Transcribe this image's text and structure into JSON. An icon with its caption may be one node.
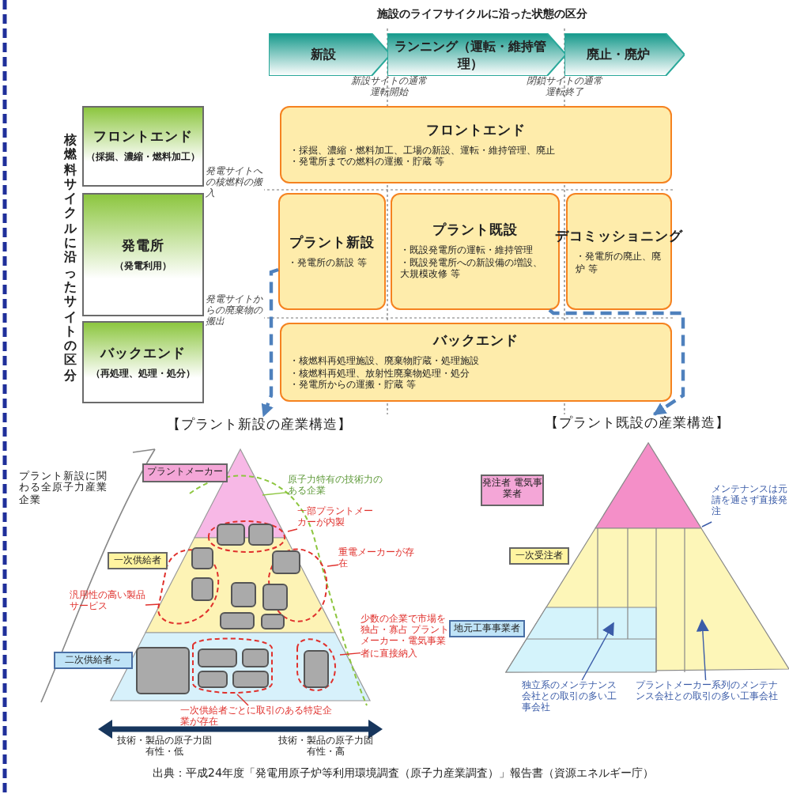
{
  "diagram": {
    "nodes": [
      {
        "text": [
          "新設"
        ]
      },
      {
        "text": [
          "ランニング（運転・維持管理）"
        ]
      },
      {
        "text": [
          "廃止・廃炉"
        ]
      },
      {
        "text": [
          "フロントエンド",
          "（採掘、濃縮・燃料加工）"
        ]
      },
      {
        "text": [
          "発電所",
          "（発電利用）"
        ]
      },
      {
        "text": [
          "バックエンド",
          "（再処理、処理・処分）"
        ]
      },
      {
        "text": [
          "フロントエンド",
          "・採掘、濃縮・燃料加工、工場の新設、運転・維持管理、廃止",
          "・発電所までの燃料の運搬・貯蔵 等"
        ]
      },
      {
        "text": [
          "プラント新設",
          "・発電所の新設 等"
        ]
      },
      {
        "text": [
          "プラント既設",
          "・既設発電所の運転・維持管理",
          "・既設発電所への新設備の増設、大規模改修 等"
        ]
      },
      {
        "text": [
          "デコミッショニング",
          "・発電所の廃止、廃炉 等"
        ]
      },
      {
        "text": [
          "バックエンド",
          "・核燃料再処理施設、廃棄物貯蔵・処理施設",
          "・核燃料再処理、放射性廃棄物処理・処分",
          "・発電所からの運搬・貯蔵 等"
        ]
      },
      {
        "text": [
          "【プラント新設の産業構造】"
        ]
      },
      {
        "text": [
          "【プラント既設の産業構造】"
        ]
      },
      {
        "text": [
          "プラントメーカー"
        ]
      },
      {
        "text": [
          "一次供給者"
        ]
      },
      {
        "text": [
          "二次供給者～"
        ]
      },
      {
        "text": [],
        "shape": "box"
      },
      {
        "text": [],
        "shape": "box"
      },
      {
        "text": [],
        "shape": "box"
      },
      {
        "text": [],
        "shape": "box"
      },
      {
        "text": [],
        "shape": "box"
      },
      {
        "text": [],
        "shape": "box"
      },
      {
        "text": [],
        "shape": "box"
      },
      {
        "text": [],
        "shape": "box"
      },
      {
        "text": [],
        "shape": "box"
      },
      {
        "text": [],
        "shape": "box"
      },
      {
        "text": [],
        "shape": "box"
      },
      {
        "text": [],
        "shape": "box"
      },
      {
        "text": [],
        "shape": "box"
      },
      {
        "text": [],
        "shape": "box"
      },
      {
        "text": [],
        "shape": "box"
      },
      {
        "text": [
          "原子力特有の技術力のある企業"
        ]
      },
      {
        "text": [
          "一部プラントメーカーが内製"
        ]
      },
      {
        "text": [
          "重電メーカーが存在"
        ]
      },
      {
        "text": [
          "汎用性の高い製品サービス"
        ]
      },
      {
        "text": [
          "少数の企業で市場を独占・寡占 プラントメーカー・電気事業者に直接納入"
        ]
      },
      {
        "text": [
          "一次供給者ごとに取引のある特定企業が存在"
        ]
      },
      {
        "text": [
          "発注者 電気事業者"
        ]
      },
      {
        "text": [
          "一次受注者"
        ]
      },
      {
        "text": [
          "地元工事事業者"
        ]
      },
      {
        "text": [
          "メンテナンスは元請を通さず直接発注"
        ]
      },
      {
        "text": [
          "独立系のメンテナンス会社との取引の多い工事会社"
        ]
      },
      {
        "text": [
          "プラントメーカー系列のメンテナンス会社との取引の多い工事会社"
        ]
      }
    ],
    "edges": [
      {
        "from": 7,
        "to": 11,
        "arrow": "to",
        "style": "dashed",
        "color": "#4f81bd"
      },
      {
        "from": 8,
        "to": 12,
        "arrow": "to",
        "style": "dashed",
        "color": "#4f81bd"
      },
      {
        "from": 31,
        "to": null,
        "arrow": "none",
        "color": "#8dc63f"
      },
      {
        "from": 32,
        "to": null,
        "arrow": "none",
        "color": "#e0312d"
      },
      {
        "from": 33,
        "to": null,
        "arrow": "none",
        "color": "#e0312d"
      },
      {
        "from": 34,
        "to": null,
        "arrow": "none",
        "color": "#e0312d"
      },
      {
        "from": 35,
        "to": null,
        "arrow": "none",
        "color": "#e0312d"
      },
      {
        "from": 36,
        "to": null,
        "arrow": "none",
        "color": "#e0312d"
      },
      {
        "from": 40,
        "to": null,
        "arrow": "none",
        "color": "#3b5ca8"
      },
      {
        "from": 41,
        "to": null,
        "arrow": "to",
        "color": "#3b5ca8"
      },
      {
        "from": 42,
        "to": null,
        "arrow": "to",
        "color": "#3b5ca8"
      }
    ],
    "labels": [
      "施設のライフサイクルに沿った状態の区分",
      "新設サイトの通常運転開始",
      "閉鎖サイトの通常運転終了",
      "核燃料サイクルに沿ったサイトの区分",
      "発電サイトへの核燃料の搬入",
      "発電サイトからの廃棄物の搬出",
      "プラント新設に関わる全原子力産業企業",
      "技術・製品の原子力固有性・低",
      "技術・製品の原子力固有性・高"
    ],
    "caption": "出典：平成24年度「発電用原子炉等利用環境調査（原子力産業調査）」報告書（資源エネルギー庁）"
  }
}
